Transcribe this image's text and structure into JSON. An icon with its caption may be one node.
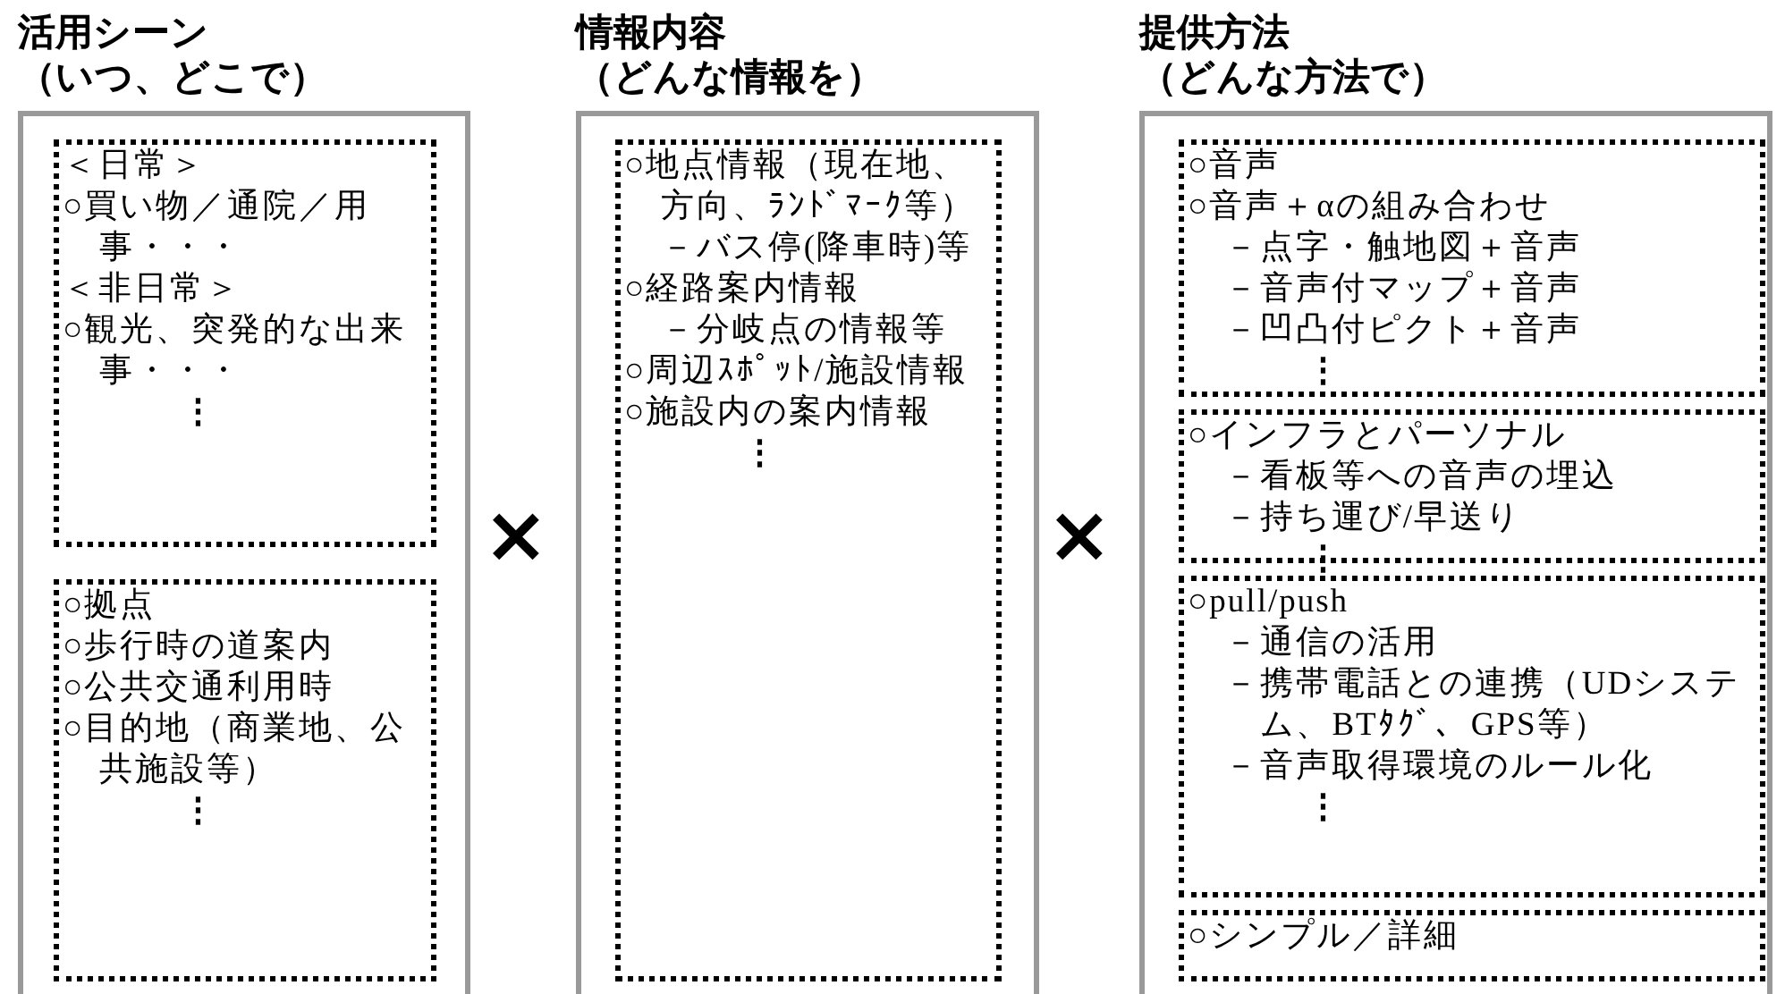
{
  "diagram": {
    "nodes": [
      {
        "text": [
          "活用シーン",
          "（いつ、どこで）"
        ]
      },
      {
        "text": [
          "＜日常＞",
          "○買い物／通院／用事・・・",
          "＜非日常＞",
          "○観光、突発的な出来事・・・",
          "⋮"
        ],
        "in": 0
      },
      {
        "text": [
          "○拠点",
          "○歩行時の道案内",
          "○公共交通利用時",
          "○目的地（商業地、公共施設等）",
          "⋮"
        ],
        "in": 0
      },
      {
        "text": [
          "情報内容",
          "（どんな情報を）"
        ]
      },
      {
        "text": [
          "○地点情報（現在地、方向、ﾗﾝﾄﾞﾏｰｸ等）",
          "－バス停(降車時)等",
          "○経路案内情報",
          "－分岐点の情報等",
          "○周辺ｽﾎﾟｯﾄ/施設情報",
          "○施設内の案内情報",
          "⋮"
        ],
        "in": 3
      },
      {
        "text": [
          "提供方法",
          "（どんな方法で）"
        ]
      },
      {
        "text": [
          "○音声",
          "○音声＋αの組み合わせ",
          "－点字・触地図＋音声",
          "－音声付マップ＋音声",
          "－凹凸付ピクト＋音声",
          "⋮"
        ],
        "in": 5
      },
      {
        "text": [
          "○インフラとパーソナル",
          "－看板等への音声の埋込",
          "－持ち運び/早送り",
          "⋮"
        ],
        "in": 5
      },
      {
        "text": [
          "○pull/push",
          "－通信の活用",
          "－携帯電話との連携（UDシステム、BTﾀｸﾞ、GPS等）",
          "－音声取得環境のルール化",
          "⋮"
        ],
        "in": 5
      },
      {
        "text": [
          "○シンプル／詳細"
        ],
        "in": 5
      }
    ],
    "edges": [],
    "labels": [
      "×",
      "×"
    ]
  }
}
